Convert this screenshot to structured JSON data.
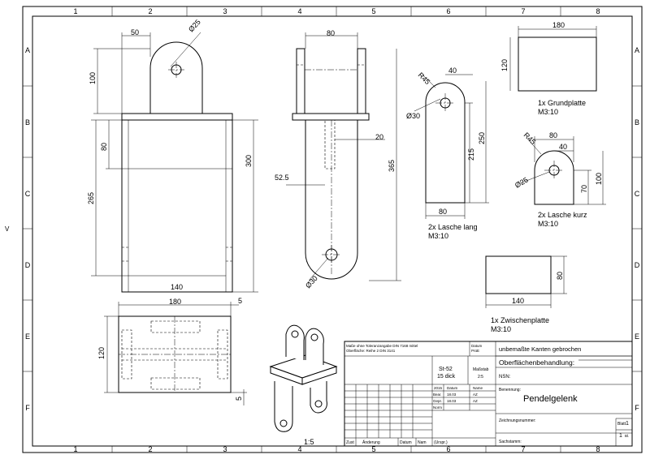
{
  "frame": {
    "columns": [
      "1",
      "2",
      "3",
      "4",
      "5",
      "6",
      "7",
      "8"
    ],
    "rows": [
      "A",
      "B",
      "C",
      "D",
      "E",
      "F"
    ],
    "side_mark": "V"
  },
  "front_view": {
    "dims": [
      "50",
      "Ø25",
      "100",
      "80",
      "300",
      "265",
      "140"
    ]
  },
  "side_view": {
    "dims": [
      "80",
      "20",
      "52.5",
      "365",
      "Ø30"
    ]
  },
  "top_view": {
    "dims": [
      "180",
      "5",
      "120",
      "5"
    ]
  },
  "iso_view": {
    "scale": "1:5"
  },
  "parts": {
    "lasche_lang": {
      "dims": [
        "R45",
        "40",
        "Ø30",
        "215",
        "250",
        "80"
      ],
      "label": "2x Lasche lang",
      "scale": "M3:10"
    },
    "grundplatte": {
      "dims": [
        "180",
        "120"
      ],
      "label": "1x Grundplatte",
      "scale": "M3:10"
    },
    "lasche_kurz": {
      "dims": [
        "R45",
        "80",
        "40",
        "Ø25",
        "70",
        "100"
      ],
      "label": "2x Lasche kurz",
      "scale": "M3:10"
    },
    "zwischenplatte": {
      "dims": [
        "80",
        "140"
      ],
      "label": "1x Zwischenplatte",
      "scale": "M3:10"
    }
  },
  "title_block": {
    "tolerance_note": "Maße ohne Toleranzangabe DIN 7168 mittel",
    "surface_note": "Oberfläche: Reihe 2 DIN 3141",
    "date_label": "Datum",
    "date_value": "PrüE",
    "edges_note": "unbemaßte Kanten gebrochen",
    "surface_treatment_label": "Oberflächenbehandlung:",
    "nsn_label": "NSN:",
    "material": "St-52",
    "thickness": "15 dick",
    "scale_label": "Maßstab",
    "scale_value": "2:5",
    "year": "2015",
    "datum_col": "Datum",
    "name_col": "Name",
    "row_bear": "Bear.",
    "row_gepr": "Gepr.",
    "row_norm": "Norm",
    "bear_date": "18.03",
    "gepr_date": "18.03",
    "bear_name": "AZ",
    "gepr_name": "AZ",
    "designation_label": "Benennung:",
    "designation": "Pendelgelenk",
    "drawing_number_label": "Zeichnungsnummer:",
    "sheet_label": "Blatt",
    "sheet_value": "1",
    "sheets_value": "1",
    "sheets_suffix": "Bl.",
    "replaces_label": "Sachstamm:",
    "col_zust": "Zust",
    "col_aenderung": "Änderung",
    "col_datum": "Datum",
    "col_name": "Nam",
    "col_ursprung": "(Urspr.)"
  }
}
